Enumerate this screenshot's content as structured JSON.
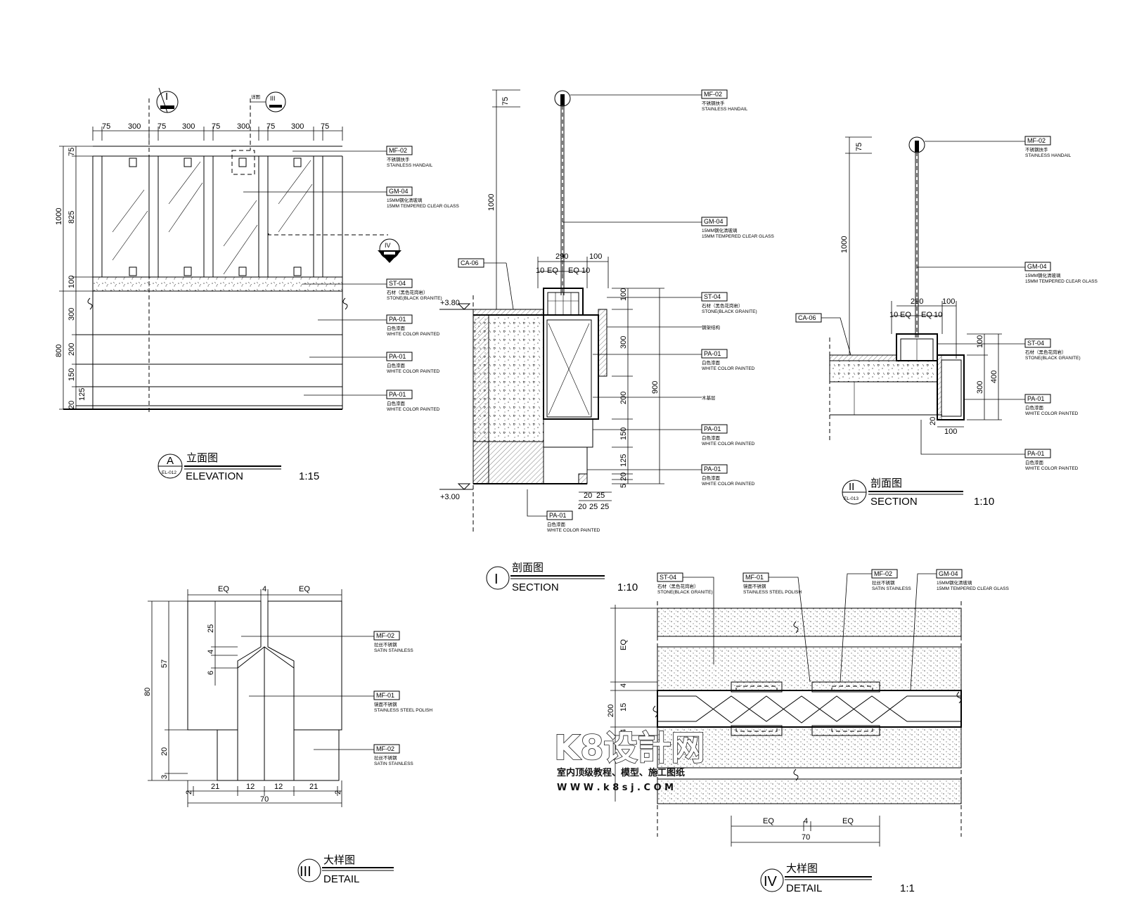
{
  "dims": {
    "elev_top": [
      "75",
      "300",
      "75",
      "300",
      "75",
      "300",
      "75",
      "300",
      "75"
    ],
    "elev_left_outer": [
      "1000",
      "800"
    ],
    "elev_left_inner": [
      "75",
      "825",
      "100",
      "300",
      "200",
      "150",
      "125",
      "20"
    ],
    "sec1_top": [
      "75",
      "1000"
    ],
    "sec1_span": [
      "290",
      "100"
    ],
    "sec1_inner": [
      "10",
      "EQ",
      "EQ",
      "10"
    ],
    "sec1_right": [
      "100",
      "300",
      "200",
      "150",
      "125",
      "20",
      "5"
    ],
    "sec1_total": "900",
    "sec1_bottom": [
      "20",
      "25",
      "20",
      "25",
      "25"
    ],
    "sec2_top": [
      "75",
      "1000"
    ],
    "sec2_span": [
      "290",
      "100"
    ],
    "sec2_inner": [
      "10",
      "EQ",
      "EQ",
      "10"
    ],
    "sec2_right": [
      "100",
      "300",
      "400"
    ],
    "sec2_bottom": [
      "20",
      "100"
    ],
    "det3_top": [
      "EQ",
      "4",
      "EQ"
    ],
    "det3_left": [
      "80",
      "57",
      "20",
      "3"
    ],
    "det3_inner": [
      "25",
      "4",
      "6"
    ],
    "det3_bottom": [
      "2",
      "21",
      "12",
      "12",
      "21",
      "2"
    ],
    "det3_total": "70",
    "det4_left": [
      "EQ",
      "4",
      "15",
      "4",
      "200"
    ],
    "det4_bottom": [
      "EQ",
      "4",
      "EQ"
    ],
    "det4_total": "70",
    "levels": [
      "+3.80",
      "+3.00"
    ]
  },
  "markers": {
    "cut_i": "I",
    "cut_iii": "III",
    "cut_iv": "IV",
    "cut_iii_label": "详图"
  },
  "callouts": {
    "mf02": {
      "code": "MF-02",
      "cn": "不锈钢扶手",
      "en": "STAINLESS HANDAIL"
    },
    "gm04": {
      "code": "GM-04",
      "cn": "15MM钢化清玻璃",
      "en": "15MM TEMPERED CLEAR GLASS"
    },
    "st04": {
      "code": "ST-04",
      "cn": "石材（黑色花岗岩）",
      "en": "STONE(BLACK GRANITE)"
    },
    "pa01": {
      "code": "PA-01",
      "cn": "白色漆面",
      "en": "WHITE COLOR PAINTED"
    },
    "ca06": {
      "code": "CA-06"
    },
    "mf02s": {
      "code": "MF-02",
      "cn": "拉丝不锈钢",
      "en": "SATIN STAINLESS"
    },
    "mf01": {
      "code": "MF-01",
      "cn": "镜面不锈钢",
      "en": "STAINLESS STEEL POLISH"
    },
    "sec1_note1": "钢架结构",
    "sec1_note2": "木基层"
  },
  "titles": {
    "elev": {
      "cn": "立面图",
      "en": "ELEVATION",
      "scale": "1:15",
      "mark": "A",
      "ref": "EL-012"
    },
    "sec1": {
      "cn": "剖面图",
      "en": "SECTION",
      "scale": "1:10",
      "mark": "I"
    },
    "sec2": {
      "cn": "剖面图",
      "en": "SECTION",
      "scale": "1:10",
      "mark": "II",
      "ref": "EL-013"
    },
    "det3": {
      "cn": "大样图",
      "en": "DETAIL",
      "mark": "III"
    },
    "det4": {
      "cn": "大样图",
      "en": "DETAIL",
      "scale": "1:1",
      "mark": "IV"
    }
  },
  "watermark": {
    "logo": "K8设計网",
    "line1": "室内顶级教程、模型、施工图纸",
    "line2": "W W W . k 8 s j . C O M"
  }
}
